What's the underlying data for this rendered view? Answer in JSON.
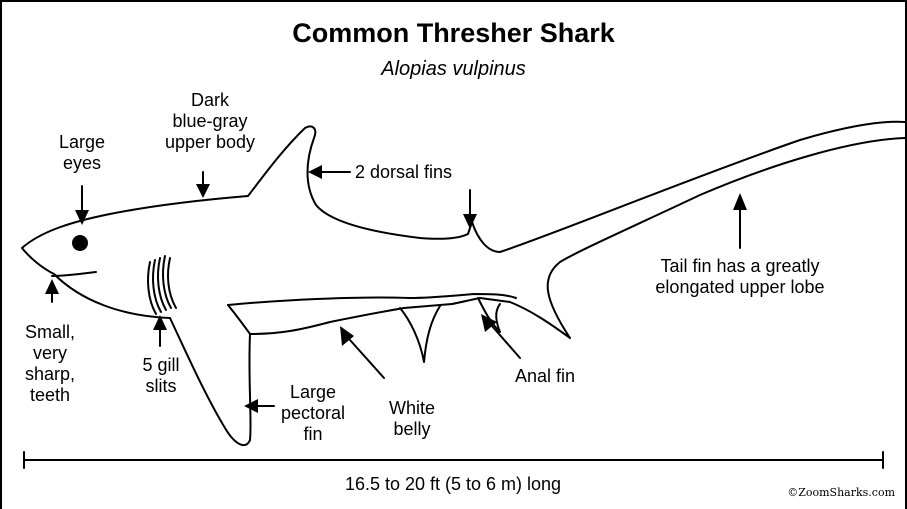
{
  "title": "Common Thresher Shark",
  "subtitle": "Alopias vulpinus",
  "labels": {
    "upper_body": "Dark\nblue-gray\nupper body",
    "eyes": "Large\neyes",
    "dorsal_fins": "2 dorsal fins",
    "tail_fin": "Tail fin has a greatly\nelongated upper lobe",
    "teeth": "Small,\nvery\nsharp,\nteeth",
    "gill_slits": "5 gill\nslits",
    "pectoral_fin": "Large\npectoral\nfin",
    "belly": "White\nbelly",
    "anal_fin": "Anal fin"
  },
  "length": "16.5 to 20 ft (5 to 6 m) long",
  "copyright": "©ZoomSharks.com"
}
